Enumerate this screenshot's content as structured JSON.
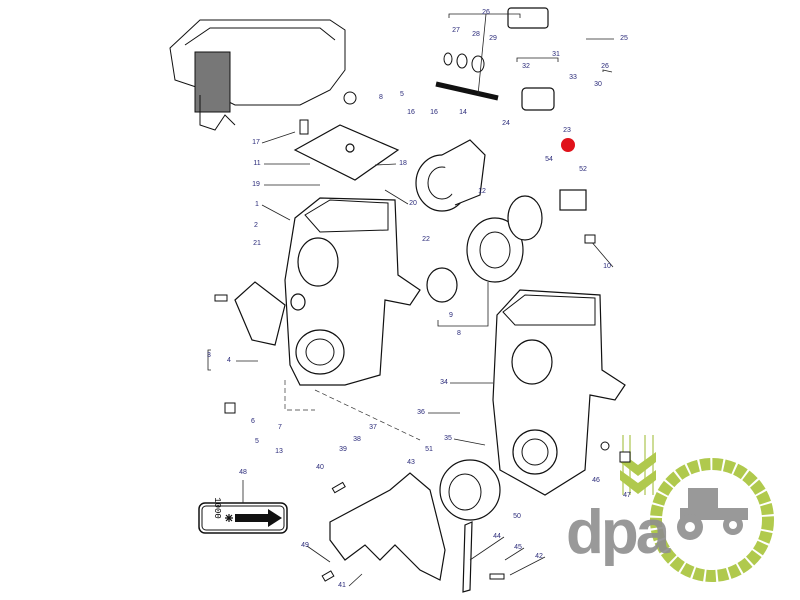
{
  "diagram": {
    "callouts": [
      "26",
      "27",
      "28",
      "29",
      "25",
      "31",
      "32",
      "26",
      "33",
      "30",
      "5",
      "8",
      "16",
      "16",
      "14",
      "24",
      "23",
      "17",
      "11",
      "18",
      "54",
      "52",
      "19",
      "1",
      "20",
      "12",
      "2",
      "21",
      "22",
      "10",
      "3",
      "4",
      "9",
      "8",
      "34",
      "36",
      "6",
      "7",
      "5",
      "35",
      "13",
      "37",
      "38",
      "39",
      "51",
      "40",
      "43",
      "48",
      "46",
      "47",
      "50",
      "44",
      "45",
      "42",
      "49",
      "41"
    ],
    "decal_text": "1000",
    "highlight_color": "#e0121a"
  },
  "logo": {
    "text": "dpa",
    "green": "#a8c43a",
    "grey": "#8e8e8e"
  }
}
